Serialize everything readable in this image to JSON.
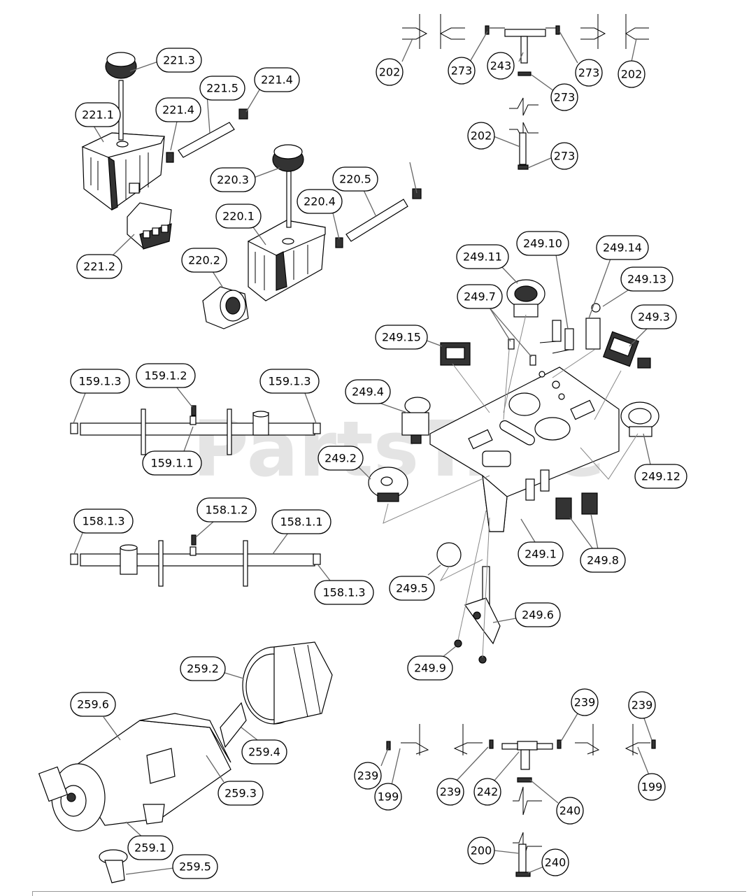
{
  "watermark": "PartsTree",
  "labels": [
    {
      "id": "202",
      "kind": "circle"
    },
    {
      "id": "273",
      "kind": "circle"
    },
    {
      "id": "243",
      "kind": "circle"
    },
    {
      "id": "221.3",
      "kind": "pill"
    },
    {
      "id": "221.4",
      "kind": "pill"
    },
    {
      "id": "221.5",
      "kind": "pill"
    },
    {
      "id": "221.1",
      "kind": "pill"
    },
    {
      "id": "221.2",
      "kind": "pill"
    },
    {
      "id": "220.3",
      "kind": "pill"
    },
    {
      "id": "220.4",
      "kind": "pill"
    },
    {
      "id": "220.5",
      "kind": "pill"
    },
    {
      "id": "220.1",
      "kind": "pill"
    },
    {
      "id": "220.2",
      "kind": "pill"
    },
    {
      "id": "249.11",
      "kind": "pill"
    },
    {
      "id": "249.10",
      "kind": "pill"
    },
    {
      "id": "249.14",
      "kind": "pill"
    },
    {
      "id": "249.13",
      "kind": "pill"
    },
    {
      "id": "249.7",
      "kind": "pill"
    },
    {
      "id": "249.3",
      "kind": "pill"
    },
    {
      "id": "249.15",
      "kind": "pill"
    },
    {
      "id": "249.4",
      "kind": "pill"
    },
    {
      "id": "249.2",
      "kind": "pill"
    },
    {
      "id": "249.12",
      "kind": "pill"
    },
    {
      "id": "249.1",
      "kind": "pill"
    },
    {
      "id": "249.8",
      "kind": "pill"
    },
    {
      "id": "249.5",
      "kind": "pill"
    },
    {
      "id": "249.6",
      "kind": "pill"
    },
    {
      "id": "249.9",
      "kind": "pill"
    },
    {
      "id": "159.1.3",
      "kind": "pill"
    },
    {
      "id": "159.1.2",
      "kind": "pill"
    },
    {
      "id": "159.1.1",
      "kind": "pill"
    },
    {
      "id": "158.1.3",
      "kind": "pill"
    },
    {
      "id": "158.1.2",
      "kind": "pill"
    },
    {
      "id": "158.1.1",
      "kind": "pill"
    },
    {
      "id": "259.2",
      "kind": "pill"
    },
    {
      "id": "259.6",
      "kind": "pill"
    },
    {
      "id": "259.4",
      "kind": "pill"
    },
    {
      "id": "259.3",
      "kind": "pill"
    },
    {
      "id": "259.1",
      "kind": "pill"
    },
    {
      "id": "259.5",
      "kind": "pill"
    },
    {
      "id": "239",
      "kind": "circle"
    },
    {
      "id": "199",
      "kind": "circle"
    },
    {
      "id": "242",
      "kind": "circle"
    },
    {
      "id": "240",
      "kind": "circle"
    },
    {
      "id": "200",
      "kind": "circle"
    }
  ]
}
